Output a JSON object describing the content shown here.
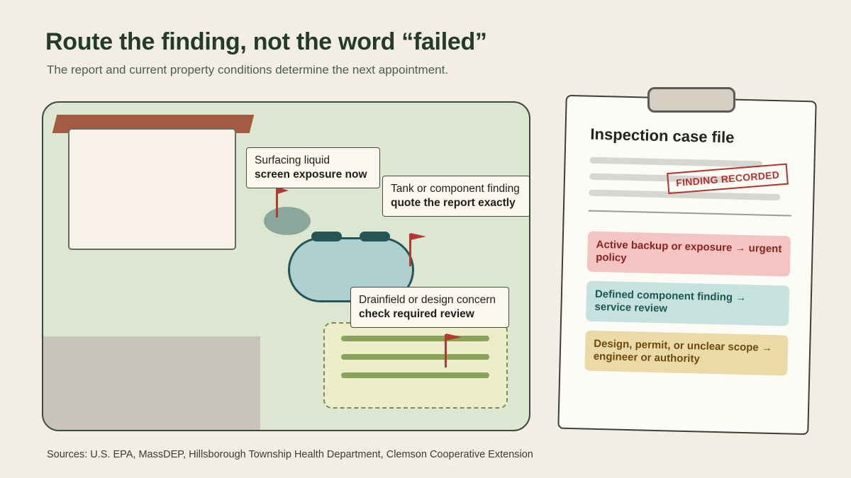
{
  "header": {
    "title": "Route the finding, not the word “failed”",
    "subtitle": "The report and current property conditions determine the next appointment."
  },
  "callouts": {
    "surfacing": {
      "line1": "Surfacing liquid",
      "line2": "screen exposure now"
    },
    "tank": {
      "line1": "Tank or component finding",
      "line2": "quote the report exactly"
    },
    "drainfield": {
      "line1": "Drainfield or design concern",
      "line2": "check required review"
    }
  },
  "case_file": {
    "title": "Inspection case file",
    "stamp": "FINDING RECORDED",
    "routes": [
      {
        "label": "Active backup or exposure → urgent policy",
        "color": "#f3c4c1"
      },
      {
        "label": "Defined component finding → service review",
        "color": "#c5e2de"
      },
      {
        "label": "Design, permit, or unclear scope → engineer or authority",
        "color": "#ecd9a8"
      }
    ]
  },
  "colors": {
    "flag": "#b23a30",
    "roof": "#a45a43",
    "tank": "#aed0d0",
    "drainfield": "#ebeec8"
  },
  "footer": {
    "sources": "Sources: U.S. EPA, MassDEP, Hillsborough Township Health Department, Clemson Cooperative Extension"
  }
}
